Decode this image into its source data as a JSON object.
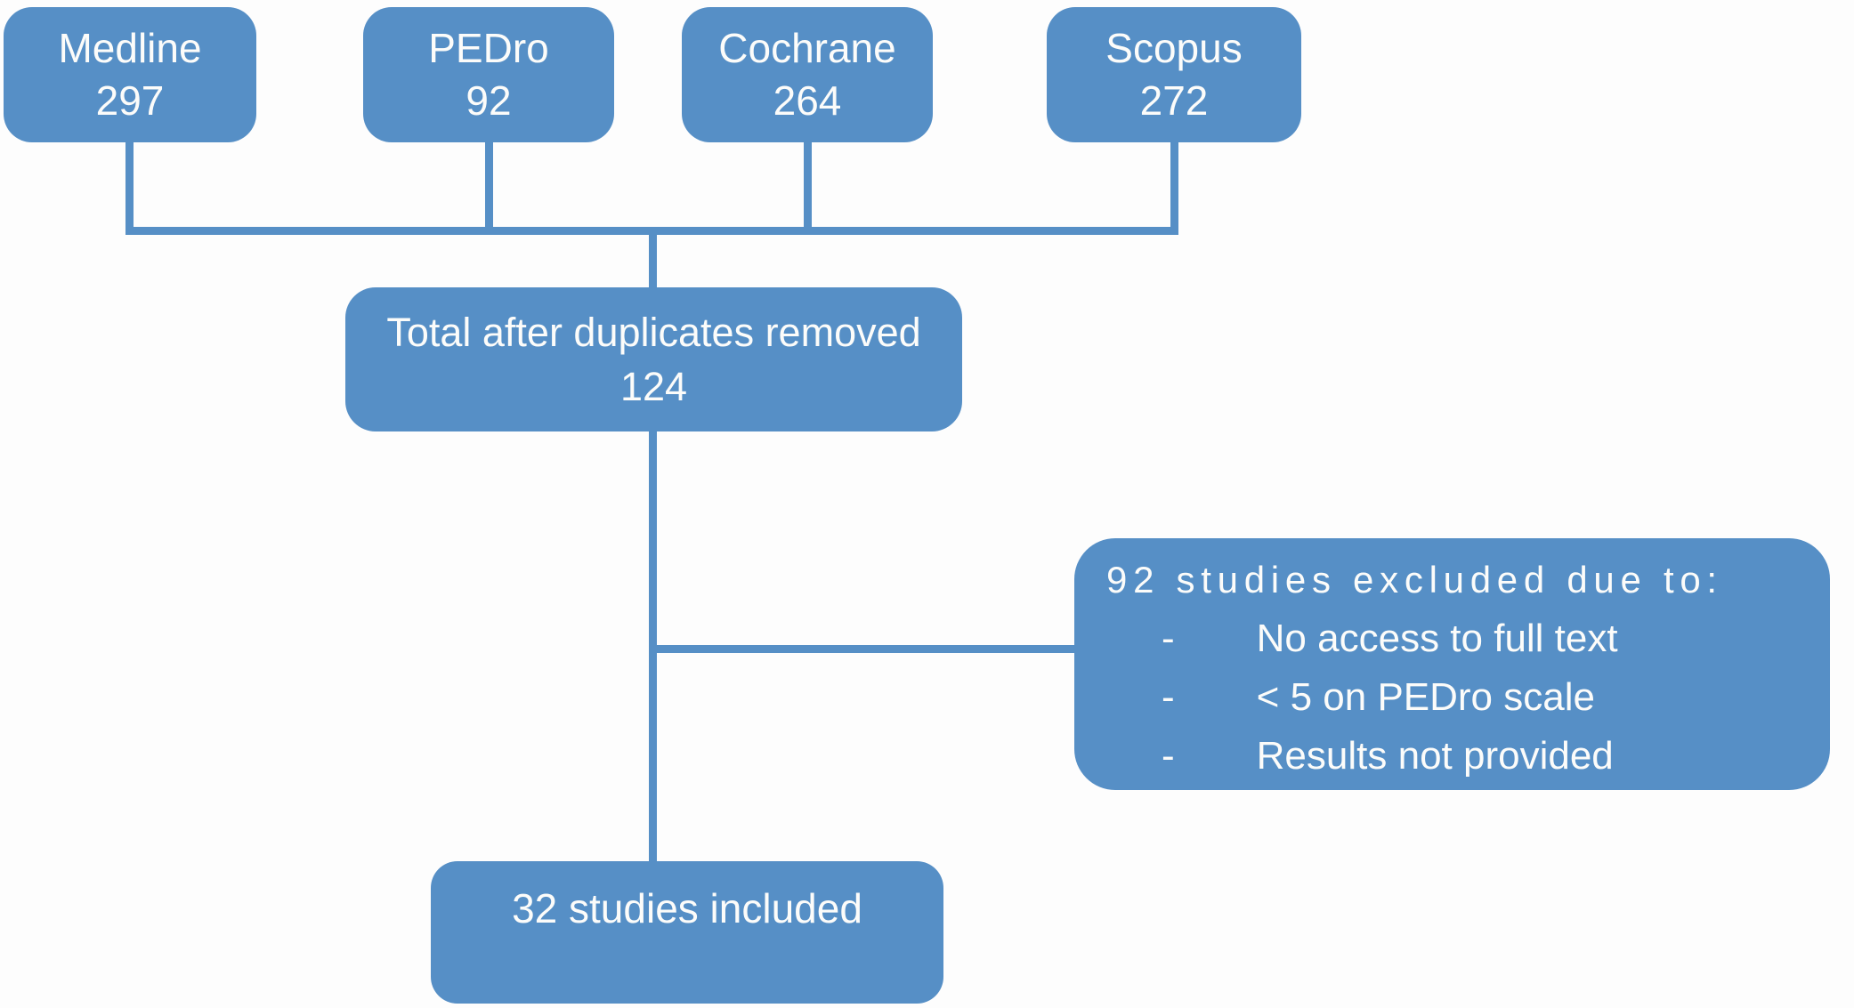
{
  "diagram": {
    "colors": {
      "box_fill": "#568fc6",
      "text": "#fcfcfa",
      "background": "#fdfdfd"
    },
    "sources": [
      {
        "name": "Medline",
        "count": "297"
      },
      {
        "name": "PEDro",
        "count": "92"
      },
      {
        "name": "Cochrane",
        "count": "264"
      },
      {
        "name": "Scopus",
        "count": "272"
      }
    ],
    "total_box": {
      "label": "Total after duplicates removed",
      "count": "124"
    },
    "excluded_box": {
      "heading": "92 studies excluded due to:",
      "bullet_char": "-",
      "reasons": [
        "No access to full text",
        "< 5 on PEDro scale",
        "Results not provided"
      ]
    },
    "included_box": {
      "label": "32 studies included"
    }
  }
}
